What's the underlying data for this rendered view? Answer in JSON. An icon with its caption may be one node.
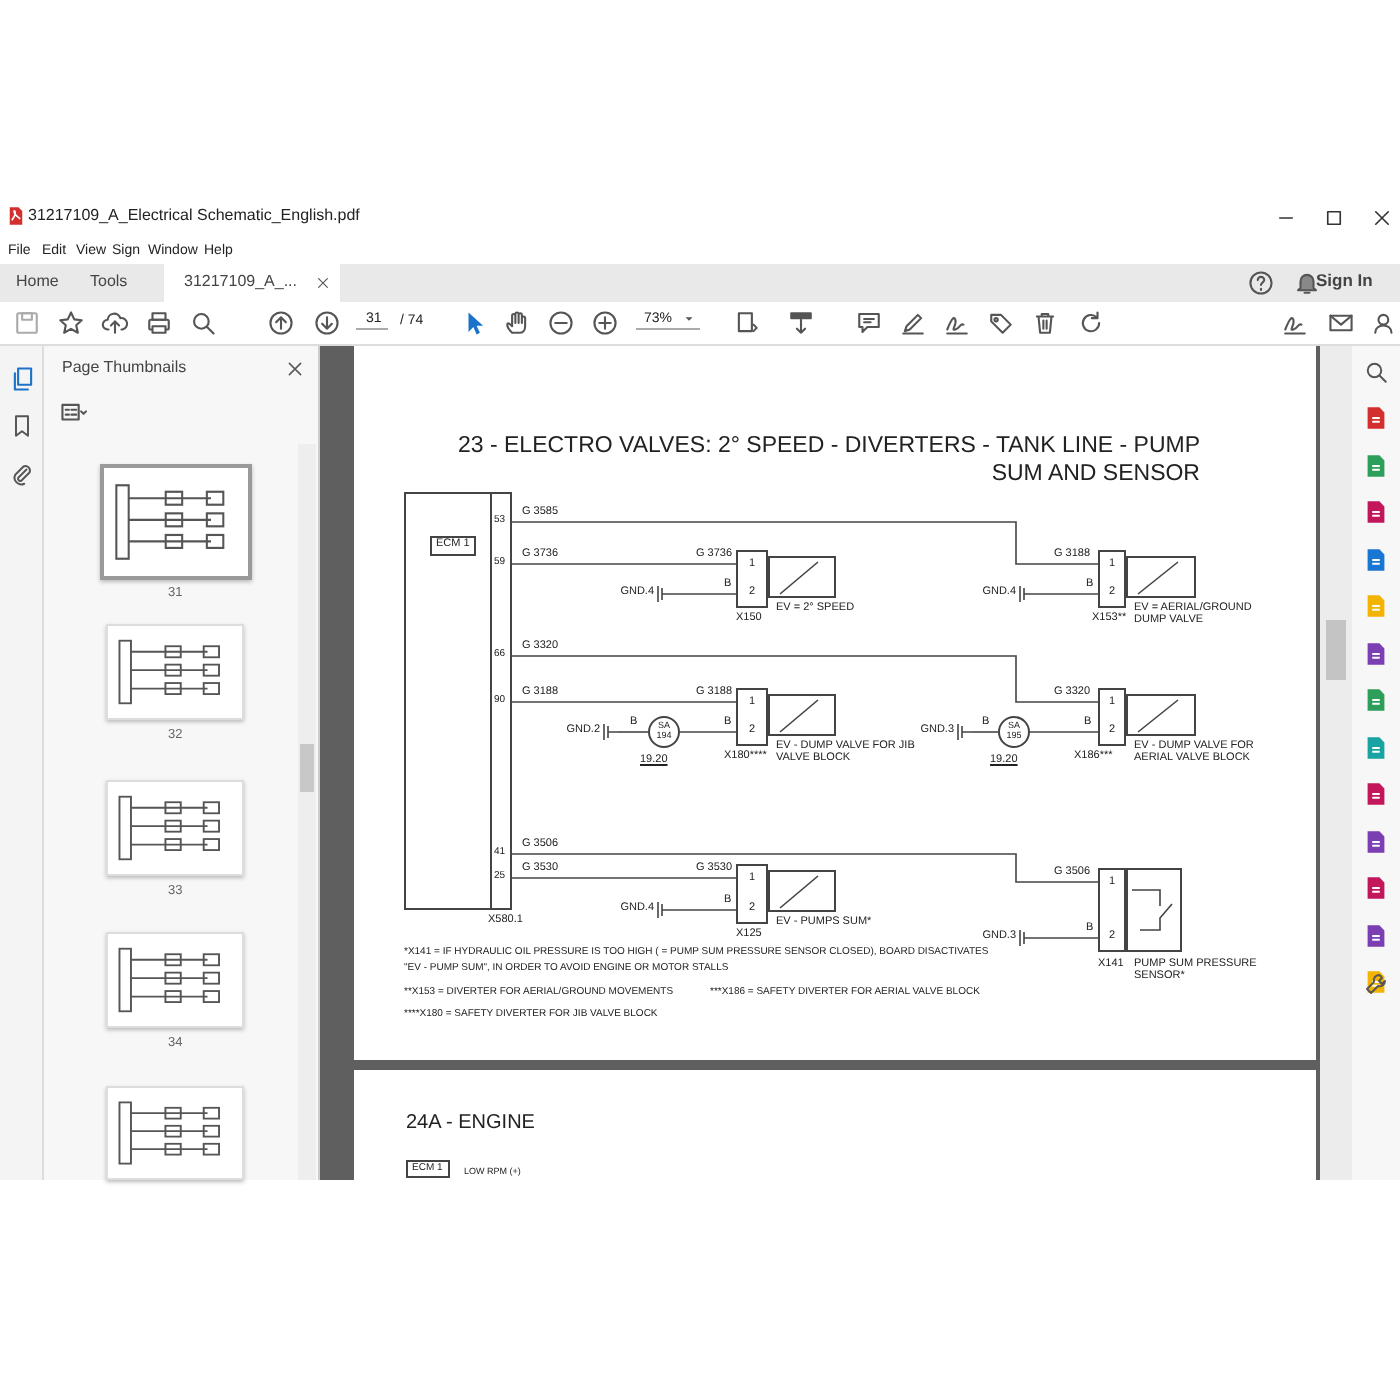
{
  "diagram": {
    "title": "23 - ELECTRO VALVES: 2° SPEED - DIVERTERS - TANK LINE - PUMP SUM AND SENSOR",
    "nodes": [
      {
        "text": [
          "ECM 1"
        ],
        "beside": [
          "X580.1"
        ]
      },
      {
        "text": [
          "1",
          "2"
        ],
        "beside": [
          "X150"
        ]
      },
      {
        "text": [],
        "shape": "box",
        "beside": [
          "EV = 2° SPEED"
        ]
      },
      {
        "text": [
          "GND.4"
        ]
      },
      {
        "text": [
          "1",
          "2"
        ],
        "beside": [
          "X153**"
        ]
      },
      {
        "text": [],
        "shape": "box",
        "beside": [
          "EV = AERIAL/GROUND DUMP VALVE"
        ]
      },
      {
        "text": [
          "GND.4"
        ]
      },
      {
        "text": [
          "1",
          "2"
        ],
        "beside": [
          "X180****"
        ]
      },
      {
        "text": [],
        "shape": "box",
        "beside": [
          "EV - DUMP VALVE FOR JIB VALVE BLOCK"
        ]
      },
      {
        "text": [
          "GND.2"
        ]
      },
      {
        "text": [
          "SA 194"
        ],
        "beside": [
          "19.20"
        ]
      },
      {
        "text": [
          "1",
          "2"
        ],
        "beside": [
          "X186***"
        ]
      },
      {
        "text": [],
        "shape": "box",
        "beside": [
          "EV - DUMP VALVE FOR AERIAL VALVE BLOCK"
        ]
      },
      {
        "text": [
          "GND.3"
        ]
      },
      {
        "text": [
          "SA 195"
        ],
        "beside": [
          "19.20"
        ]
      },
      {
        "text": [
          "1",
          "2"
        ],
        "beside": [
          "X125"
        ]
      },
      {
        "text": [],
        "shape": "box",
        "beside": [
          "EV - PUMPS SUM*"
        ]
      },
      {
        "text": [
          "GND.4"
        ]
      },
      {
        "text": [
          "1",
          "2"
        ],
        "beside": [
          "X141"
        ]
      },
      {
        "text": [],
        "shape": "box",
        "beside": [
          "PUMP SUM PRESSURE SENSOR*"
        ]
      },
      {
        "text": [
          "GND.3"
        ]
      },
      {
        "text": [
          "ECM 1"
        ]
      }
    ],
    "edges": [
      {
        "from": 0,
        "to": 4,
        "arrow": "none",
        "label": "G 3585"
      },
      {
        "from": 0,
        "to": 1,
        "arrow": "none",
        "label": "G 3736"
      },
      {
        "from": 3,
        "to": 1,
        "arrow": "none",
        "label": "B"
      },
      {
        "from": 6,
        "to": 4,
        "arrow": "none",
        "label": "B"
      },
      {
        "from": 0,
        "to": 11,
        "arrow": "none",
        "label": "G 3320"
      },
      {
        "from": 0,
        "to": 7,
        "arrow": "none",
        "label": "G 3188"
      },
      {
        "from": 9,
        "to": 10,
        "arrow": "none",
        "label": "B"
      },
      {
        "from": 10,
        "to": 7,
        "arrow": "none",
        "label": "B"
      },
      {
        "from": 13,
        "to": 14,
        "arrow": "none",
        "label": "B"
      },
      {
        "from": 14,
        "to": 11,
        "arrow": "none",
        "label": "B"
      },
      {
        "from": 0,
        "to": 18,
        "arrow": "none",
        "label": "G 3506"
      },
      {
        "from": 0,
        "to": 15,
        "arrow": "none",
        "label": "G 3530"
      },
      {
        "from": 17,
        "to": 15,
        "arrow": "none",
        "label": "B"
      },
      {
        "from": 20,
        "to": 18,
        "arrow": "none",
        "label": "B"
      }
    ],
    "labels": [
      "31217109_A_Electrical Schematic_English.pdf",
      "File",
      "Edit",
      "View",
      "Sign",
      "Window",
      "Help",
      "Home",
      "Tools",
      "31217109_A_...",
      "Sign In",
      "31",
      "/ 74",
      "73%",
      "Page Thumbnails",
      "31",
      "32",
      "33",
      "34",
      "53",
      "59",
      "66",
      "90",
      "41",
      "25",
      "G 3736",
      "G 3188",
      "G 3188",
      "G 3320",
      "G 3530",
      "G 3506",
      "*X141 = IF HYDRAULIC OIL PRESSURE IS TOO HIGH ( = PUMP SUM PRESSURE SENSOR CLOSED), BOARD DISACTIVATES \"EV - PUMP SUM\", IN ORDER TO AVOID ENGINE OR MOTOR STALLS",
      "**X153 = DIVERTER FOR AERIAL/GROUND MOVEMENTS",
      "***X186 = SAFETY DIVERTER FOR AERIAL VALVE BLOCK",
      "****X180 = SAFETY DIVERTER FOR JIB VALVE BLOCK",
      "24A - ENGINE",
      "LOW RPM (+)"
    ]
  }
}
